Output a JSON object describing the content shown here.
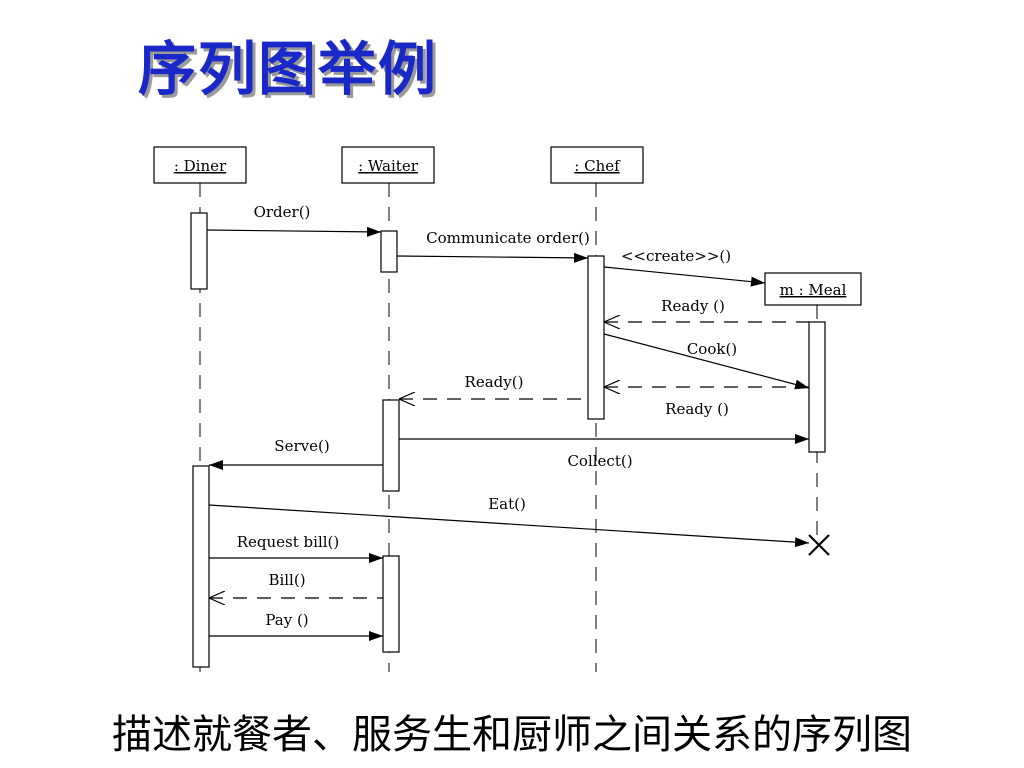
{
  "slide": {
    "title": "序列图举例",
    "caption": "描述就餐者、服务生和厨师之间关系的序列图"
  },
  "diagram": {
    "objects": [
      {
        "id": "diner",
        "label": ": Diner"
      },
      {
        "id": "waiter",
        "label": ": Waiter"
      },
      {
        "id": "chef",
        "label": ": Chef"
      },
      {
        "id": "meal",
        "label": "m : Meal"
      }
    ],
    "messages": [
      {
        "id": "order",
        "label": "Order()"
      },
      {
        "id": "communicate",
        "label": "Communicate order()"
      },
      {
        "id": "create",
        "label": "<<create>>()"
      },
      {
        "id": "ready1",
        "label": "Ready ()"
      },
      {
        "id": "cook",
        "label": "Cook()"
      },
      {
        "id": "ready2",
        "label": "Ready()"
      },
      {
        "id": "ready3",
        "label": "Ready ()"
      },
      {
        "id": "serve",
        "label": "Serve()"
      },
      {
        "id": "collect",
        "label": "Collect()"
      },
      {
        "id": "eat",
        "label": "Eat()"
      },
      {
        "id": "request",
        "label": "Request bill()"
      },
      {
        "id": "bill",
        "label": "Bill()"
      },
      {
        "id": "pay",
        "label": "Pay ()"
      }
    ]
  }
}
